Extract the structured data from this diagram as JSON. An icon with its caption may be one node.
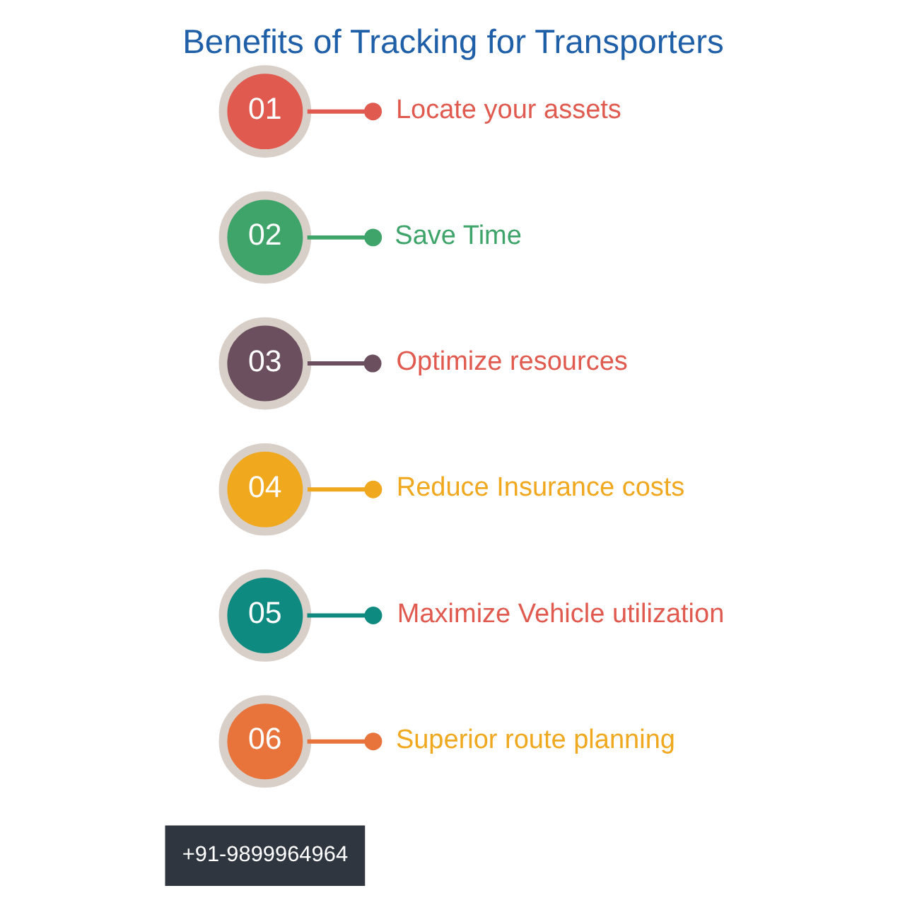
{
  "diagram": {
    "title": "Benefits of Tracking for Transporters",
    "nodes": [
      {
        "text": [
          "01"
        ]
      },
      {
        "text": [
          "Locate your assets"
        ]
      },
      {
        "text": [
          "Save Time"
        ]
      },
      {
        "text": [
          "02"
        ]
      },
      {
        "text": [
          "03"
        ]
      },
      {
        "text": [
          "Optimize resources"
        ]
      },
      {
        "text": [
          "Reduce Insurance costs"
        ]
      },
      {
        "text": [
          "04"
        ]
      },
      {
        "text": [
          "05"
        ]
      },
      {
        "text": [
          "Maximize Vehicle utilization"
        ]
      },
      {
        "text": [
          "Superior route planning"
        ]
      },
      {
        "text": [
          "06"
        ]
      }
    ],
    "edges": [
      {
        "from": 0,
        "to": 1,
        "arrow": "other",
        "color": "#e05a4f"
      },
      {
        "from": 3,
        "to": 2,
        "arrow": "other",
        "color": "#3fa46a"
      },
      {
        "from": 4,
        "to": 5,
        "arrow": "other",
        "color": "#6b4f5e"
      },
      {
        "from": 7,
        "to": 6,
        "arrow": "other",
        "color": "#f0a81e"
      },
      {
        "from": 8,
        "to": 9,
        "arrow": "other",
        "color": "#0f8a80"
      },
      {
        "from": 11,
        "to": 10,
        "arrow": "other",
        "color": "#e8743b"
      }
    ],
    "labels": [
      "+91-9899964964"
    ]
  }
}
